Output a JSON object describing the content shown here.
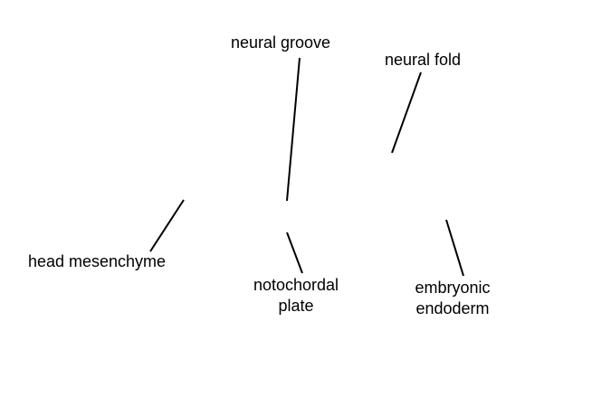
{
  "labels": {
    "neural_groove": "neural groove",
    "neural_fold": "neural fold",
    "head_mesenchyme": "head mesenchyme",
    "notochordal_plate": [
      "notochordal",
      "plate"
    ],
    "embryonic_endoderm": [
      "embryonic",
      "endoderm"
    ]
  },
  "colors": {
    "background": "#ffffff",
    "ink": "#000000"
  }
}
